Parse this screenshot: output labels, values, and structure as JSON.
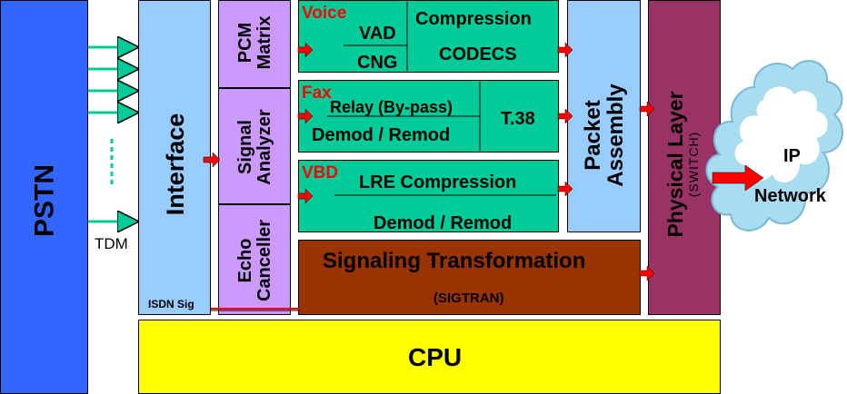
{
  "blocks": {
    "pstn": "PSTN",
    "tdm": "TDM",
    "interface": "Interface",
    "isdn_sig": "ISDN Sig",
    "pcm_matrix_1": "PCM",
    "pcm_matrix_2": "Matrix",
    "signal_analyzer_1": "Signal",
    "signal_analyzer_2": "Analyzer",
    "echo_canceller_1": "Echo",
    "echo_canceller_2": "Canceller",
    "voice": {
      "tag": "Voice",
      "vad": "VAD",
      "cng": "CNG",
      "compression": "Compression",
      "codecs": "CODECS"
    },
    "fax": {
      "tag": "Fax",
      "relay": "Relay (By-pass)",
      "demod": "Demod / Remod",
      "t38": "T.38"
    },
    "vbd": {
      "tag": "VBD",
      "lre": "LRE Compression",
      "demod": "Demod / Remod"
    },
    "signaling": {
      "title": "Signaling Transformation",
      "sub": "(SIGTRAN)"
    },
    "packet_assembly_1": "Packet",
    "packet_assembly_2": "Assembly",
    "physical_layer": "Physical Layer",
    "switch": "(SWITCH)",
    "ip": "IP",
    "network": "Network",
    "cpu": "CPU"
  },
  "colors": {
    "pstn": "#3366ff",
    "interface": "#99ccff",
    "pcm_column": "#cc99ff",
    "teal": "#00cc99",
    "packet": "#99ccff",
    "physical": "#993366",
    "signaling": "#993300",
    "cpu": "#ffff00",
    "arrow_red": "#ff0000",
    "arrow_teal": "#00cc99"
  }
}
